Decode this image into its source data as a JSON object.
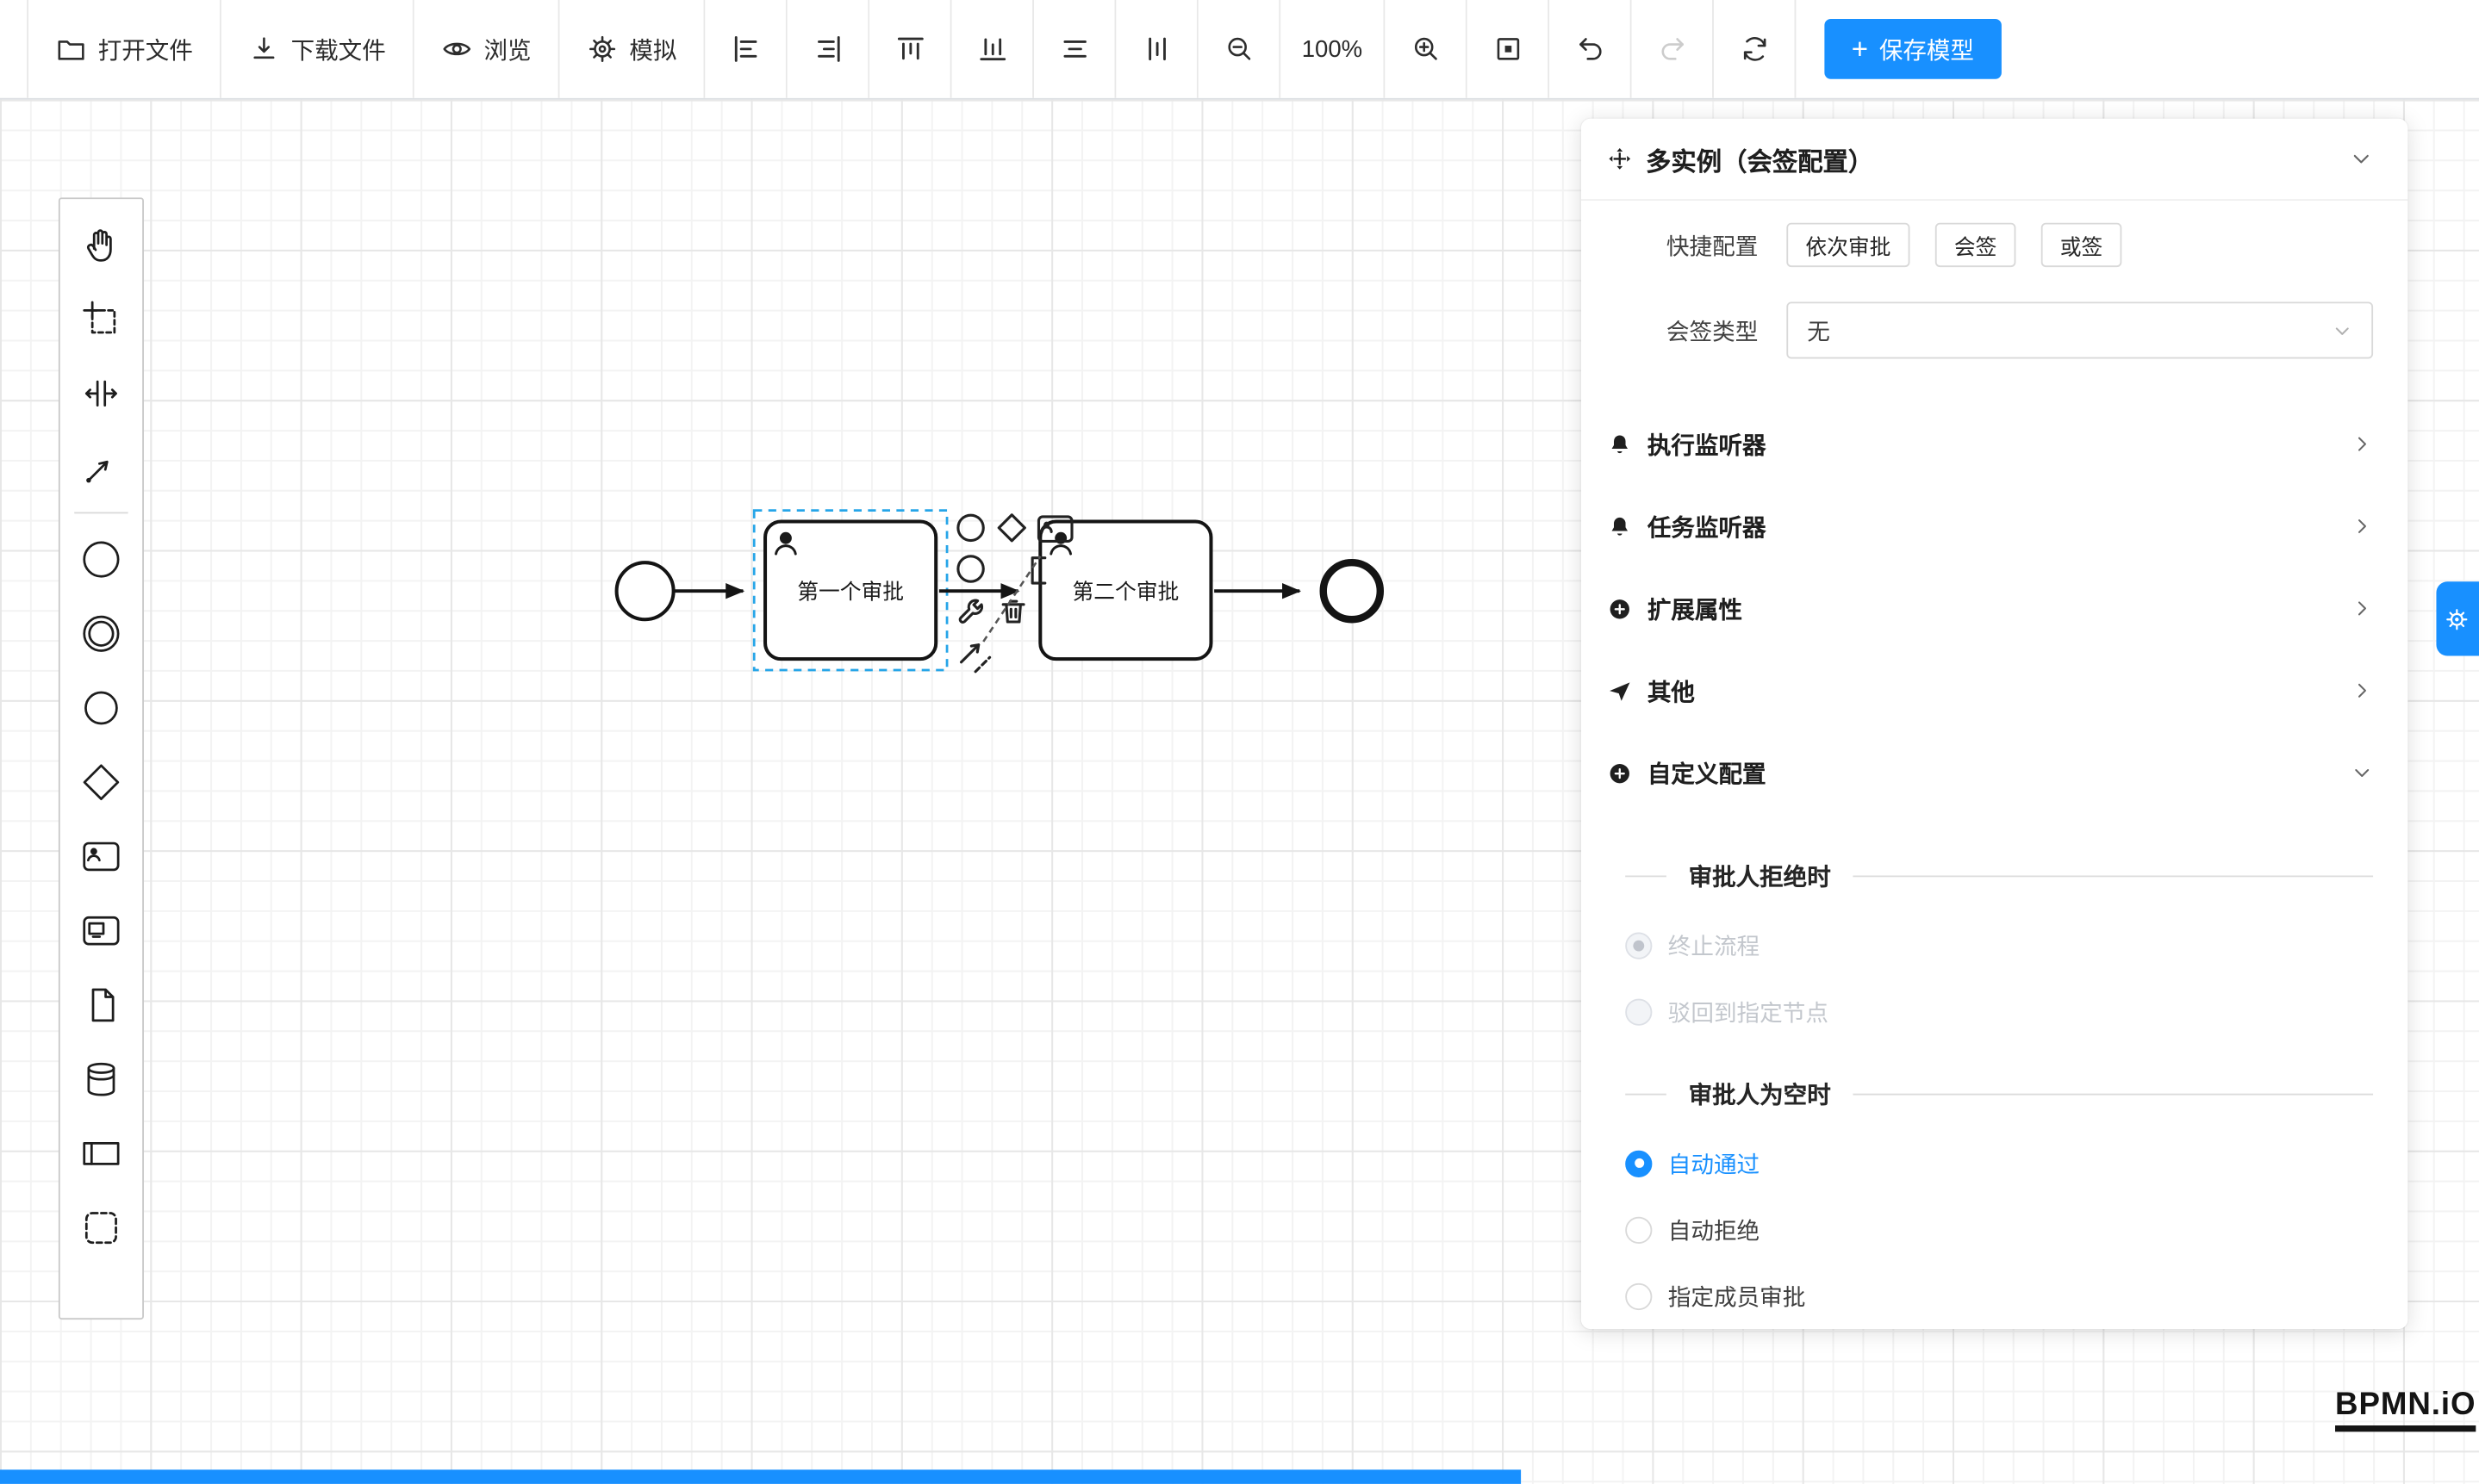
{
  "toolbar": {
    "open_file": "打开文件",
    "download_file": "下载文件",
    "preview": "浏览",
    "simulate": "模拟",
    "zoom_level": "100%",
    "save_plus": "+",
    "save_model": "保存模型"
  },
  "diagram": {
    "task1": "第一个审批",
    "task2": "第二个审批"
  },
  "panel": {
    "title": "多实例（会签配置）",
    "quick_config": {
      "label": "快捷配置",
      "options": [
        {
          "label": "依次审批"
        },
        {
          "label": "会签"
        },
        {
          "label": "或签"
        }
      ]
    },
    "sign_type": {
      "label": "会签类型",
      "value": "无"
    },
    "rows": [
      {
        "label": "执行监听器"
      },
      {
        "label": "任务监听器"
      },
      {
        "label": "扩展属性"
      },
      {
        "label": "其他"
      },
      {
        "label": "自定义配置"
      }
    ],
    "reject": {
      "title": "审批人拒绝时",
      "options": [
        {
          "label": "终止流程",
          "checked": true,
          "disabled": true
        },
        {
          "label": "驳回到指定节点",
          "checked": false,
          "disabled": true
        }
      ]
    },
    "empty": {
      "title": "审批人为空时",
      "options": [
        {
          "label": "自动通过",
          "checked": true
        },
        {
          "label": "自动拒绝",
          "checked": false
        },
        {
          "label": "指定成员审批",
          "checked": false
        }
      ]
    }
  },
  "logo": "BPMN.iO",
  "colors": {
    "accent": "#1890ff",
    "selection": "#26a5e8"
  },
  "icons": {
    "open-file": "folder",
    "download-file": "download-arrow",
    "preview": "eye",
    "simulate": "gear",
    "align-group": [
      "align-left",
      "align-right",
      "align-top",
      "align-bottom",
      "align-center-horizontal",
      "align-center-vertical"
    ],
    "zoom-out": "magnifier-minus",
    "zoom-in": "magnifier-plus",
    "fit-view": "frame",
    "undo": "arrow-ccw",
    "redo": "arrow-cw",
    "refresh": "arrows-circle",
    "panel-header": "multi-instance-move",
    "listener": "bell",
    "extend": "plus-circle",
    "other": "paper-plane",
    "settings-tab": "gear"
  }
}
